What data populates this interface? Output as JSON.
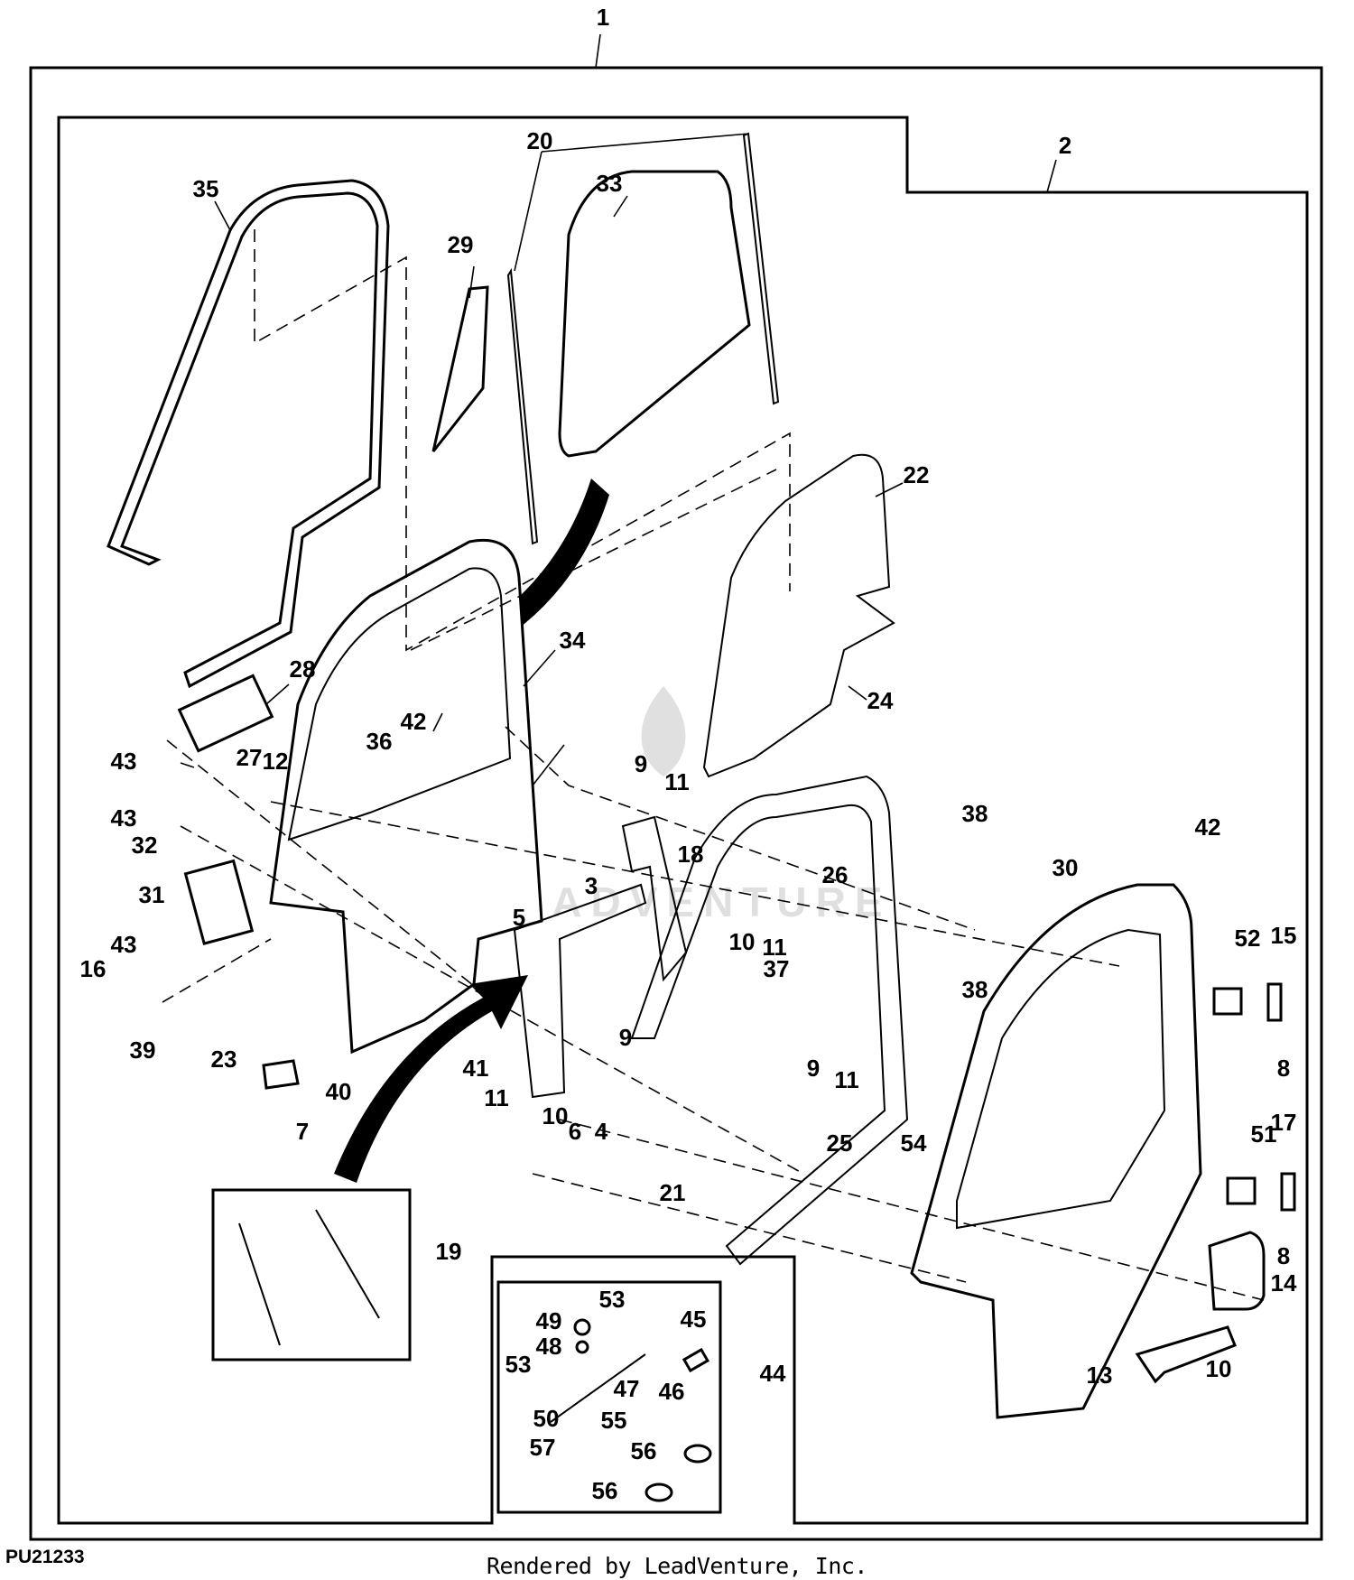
{
  "figure_id": "PU21233",
  "footer": "Rendered by LeadVenture, Inc.",
  "watermark": "LEADVENTURE",
  "callouts": [
    "1",
    "2",
    "3",
    "4",
    "5",
    "6",
    "7",
    "8",
    "8",
    "9",
    "9",
    "9",
    "10",
    "10",
    "10",
    "11",
    "11",
    "11",
    "11",
    "12",
    "13",
    "14",
    "15",
    "16",
    "17",
    "18",
    "19",
    "20",
    "21",
    "22",
    "23",
    "24",
    "25",
    "26",
    "27",
    "28",
    "29",
    "30",
    "31",
    "32",
    "33",
    "34",
    "35",
    "36",
    "37",
    "38",
    "38",
    "39",
    "40",
    "41",
    "42",
    "42",
    "43",
    "43",
    "43",
    "44",
    "45",
    "46",
    "47",
    "48",
    "49",
    "50",
    "51",
    "52",
    "53",
    "53",
    "54",
    "55",
    "56",
    "56",
    "57"
  ]
}
